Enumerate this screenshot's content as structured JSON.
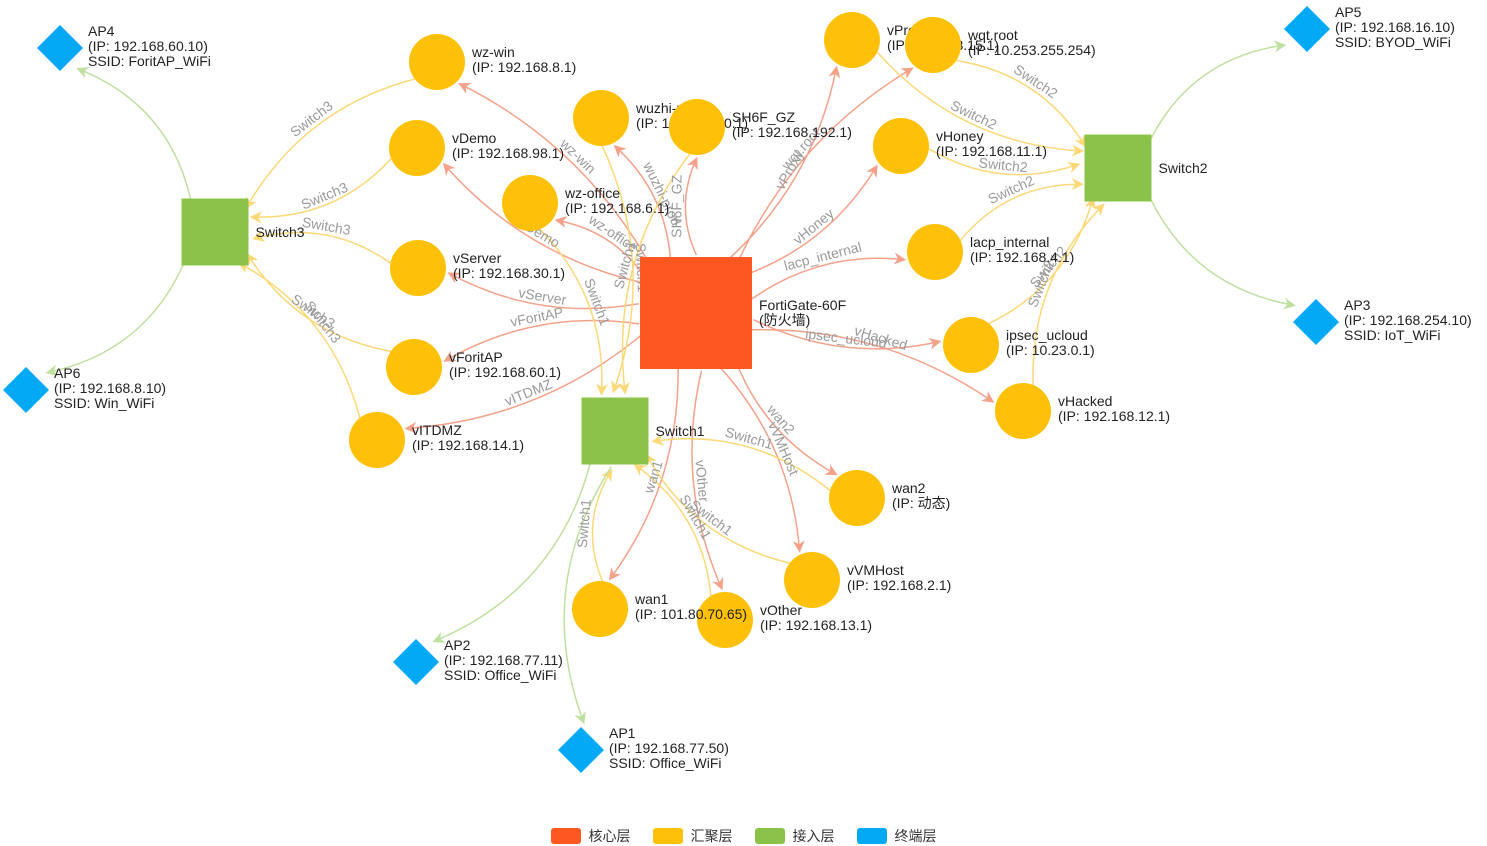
{
  "categories": [
    {
      "id": "core",
      "label": "核心层",
      "color": "#ff5722"
    },
    {
      "id": "agg",
      "label": "汇聚层",
      "color": "#ffc107"
    },
    {
      "id": "access",
      "label": "接入层",
      "color": "#8bc34a"
    },
    {
      "id": "terminal",
      "label": "终端层",
      "color": "#03a9f4"
    }
  ],
  "edge_colors": {
    "core": "#f4a18a",
    "agg": "#fdd877",
    "access": "#bfe0a0"
  },
  "nodes": [
    {
      "id": "fortigate",
      "cat": "core",
      "lines": [
        "FortiGate-60F",
        "(防火墙)"
      ]
    },
    {
      "id": "switch1",
      "cat": "access",
      "lines": [
        "Switch1"
      ]
    },
    {
      "id": "switch2",
      "cat": "access",
      "lines": [
        "Switch2"
      ]
    },
    {
      "id": "switch3",
      "cat": "access",
      "lines": [
        "Switch3"
      ]
    },
    {
      "id": "wz-win",
      "cat": "agg",
      "lines": [
        "wz-win",
        "(IP: 192.168.8.1)"
      ]
    },
    {
      "id": "vdemo",
      "cat": "agg",
      "lines": [
        "vDemo",
        "(IP: 192.168.98.1)"
      ]
    },
    {
      "id": "wuzhi-prod",
      "cat": "agg",
      "lines": [
        "wuzhi-prod",
        "(IP: 192.168.10.1)"
      ]
    },
    {
      "id": "sh6f-gz",
      "cat": "agg",
      "lines": [
        "SH6F_GZ",
        "(IP: 192.168.192.1)"
      ]
    },
    {
      "id": "wz-office",
      "cat": "agg",
      "lines": [
        "wz-office",
        "(IP: 192.168.6.1)"
      ]
    },
    {
      "id": "vserver",
      "cat": "agg",
      "lines": [
        "vServer",
        "(IP: 192.168.30.1)"
      ]
    },
    {
      "id": "vforitap",
      "cat": "agg",
      "lines": [
        "vForitAP",
        "(IP: 192.168.60.1)"
      ]
    },
    {
      "id": "vitdmz",
      "cat": "agg",
      "lines": [
        "vITDMZ",
        "(IP: 192.168.14.1)"
      ]
    },
    {
      "id": "vproxy",
      "cat": "agg",
      "lines": [
        "vProxy",
        "(IP: 192.168.15.1)"
      ]
    },
    {
      "id": "wqt-root",
      "cat": "agg",
      "lines": [
        "wqt.root",
        "(IP: 10.253.255.254)"
      ]
    },
    {
      "id": "vhoney",
      "cat": "agg",
      "lines": [
        "vHoney",
        "(IP: 192.168.11.1)"
      ]
    },
    {
      "id": "lacp-internal",
      "cat": "agg",
      "lines": [
        "lacp_internal",
        "(IP: 192.168.4.1)"
      ]
    },
    {
      "id": "ipsec-ucloud",
      "cat": "agg",
      "lines": [
        "ipsec_ucloud",
        "(IP: 10.23.0.1)"
      ]
    },
    {
      "id": "vhacked",
      "cat": "agg",
      "lines": [
        "vHacked",
        "(IP: 192.168.12.1)"
      ]
    },
    {
      "id": "wan2",
      "cat": "agg",
      "lines": [
        "wan2",
        "(IP: 动态)"
      ]
    },
    {
      "id": "vvmhost",
      "cat": "agg",
      "lines": [
        "vVMHost",
        "(IP: 192.168.2.1)"
      ]
    },
    {
      "id": "vother",
      "cat": "agg",
      "lines": [
        "vOther",
        "(IP: 192.168.13.1)"
      ]
    },
    {
      "id": "wan1",
      "cat": "agg",
      "lines": [
        "wan1",
        "(IP: 101.80.70.65)"
      ]
    },
    {
      "id": "ap1",
      "cat": "terminal",
      "lines": [
        "AP1",
        "(IP: 192.168.77.50)",
        "SSID: Office_WiFi"
      ]
    },
    {
      "id": "ap2",
      "cat": "terminal",
      "lines": [
        "AP2",
        "(IP: 192.168.77.11)",
        "SSID: Office_WiFi"
      ]
    },
    {
      "id": "ap3",
      "cat": "terminal",
      "lines": [
        "AP3",
        "(IP: 192.168.254.10)",
        "SSID: IoT_WiFi"
      ]
    },
    {
      "id": "ap4",
      "cat": "terminal",
      "lines": [
        "AP4",
        "(IP: 192.168.60.10)",
        "SSID: ForitAP_WiFi"
      ]
    },
    {
      "id": "ap5",
      "cat": "terminal",
      "lines": [
        "AP5",
        "(IP: 192.168.16.10)",
        "SSID: BYOD_WiFi"
      ]
    },
    {
      "id": "ap6",
      "cat": "terminal",
      "lines": [
        "AP6",
        "(IP: 192.168.8.10)",
        "SSID: Win_WiFi"
      ]
    }
  ],
  "edges": [
    {
      "from": "fortigate",
      "to": "wz-win",
      "label": "wz-win",
      "kind": "core"
    },
    {
      "from": "fortigate",
      "to": "vdemo",
      "label": "vDemo",
      "kind": "core"
    },
    {
      "from": "fortigate",
      "to": "wuzhi-prod",
      "label": "wuzhi-prod",
      "kind": "core"
    },
    {
      "from": "fortigate",
      "to": "sh6f-gz",
      "label": "SH6F_GZ",
      "kind": "core"
    },
    {
      "from": "fortigate",
      "to": "wz-office",
      "label": "wz-office",
      "kind": "core"
    },
    {
      "from": "fortigate",
      "to": "vserver",
      "label": "vServer",
      "kind": "core"
    },
    {
      "from": "fortigate",
      "to": "vforitap",
      "label": "vForitAP",
      "kind": "core"
    },
    {
      "from": "fortigate",
      "to": "vitdmz",
      "label": "vITDMZ",
      "kind": "core"
    },
    {
      "from": "fortigate",
      "to": "vproxy",
      "label": "vProxy",
      "kind": "core"
    },
    {
      "from": "fortigate",
      "to": "wqt-root",
      "label": "wqt.root",
      "kind": "core"
    },
    {
      "from": "fortigate",
      "to": "vhoney",
      "label": "vHoney",
      "kind": "core"
    },
    {
      "from": "fortigate",
      "to": "lacp-internal",
      "label": "lacp_internal",
      "kind": "core"
    },
    {
      "from": "fortigate",
      "to": "ipsec-ucloud",
      "label": "ipsec_ucloud",
      "kind": "core"
    },
    {
      "from": "fortigate",
      "to": "vhacked",
      "label": "vHacked",
      "kind": "core"
    },
    {
      "from": "fortigate",
      "to": "wan2",
      "label": "wan2",
      "kind": "core"
    },
    {
      "from": "fortigate",
      "to": "vvmhost",
      "label": "vVMHost",
      "kind": "core"
    },
    {
      "from": "fortigate",
      "to": "vother",
      "label": "vOther",
      "kind": "core"
    },
    {
      "from": "fortigate",
      "to": "wan1",
      "label": "wan1",
      "kind": "core"
    },
    {
      "from": "wz-win",
      "to": "switch3",
      "label": "Switch3",
      "kind": "agg"
    },
    {
      "from": "vdemo",
      "to": "switch3",
      "label": "Switch3",
      "kind": "agg"
    },
    {
      "from": "vserver",
      "to": "switch3",
      "label": "Switch3",
      "kind": "agg"
    },
    {
      "from": "vforitap",
      "to": "switch3",
      "label": "Switch3",
      "kind": "agg"
    },
    {
      "from": "vitdmz",
      "to": "switch3",
      "label": "Switch3",
      "kind": "agg"
    },
    {
      "from": "wuzhi-prod",
      "to": "switch1",
      "label": "Switch1",
      "kind": "agg"
    },
    {
      "from": "sh6f-gz",
      "to": "switch1",
      "label": "Switch1",
      "kind": "agg"
    },
    {
      "from": "wz-office",
      "to": "switch1",
      "label": "Switch1",
      "kind": "agg"
    },
    {
      "from": "wan2",
      "to": "switch1",
      "label": "Switch1",
      "kind": "agg"
    },
    {
      "from": "vvmhost",
      "to": "switch1",
      "label": "Switch1",
      "kind": "agg"
    },
    {
      "from": "vother",
      "to": "switch1",
      "label": "Switch1",
      "kind": "agg"
    },
    {
      "from": "wan1",
      "to": "switch1",
      "label": "Switch1",
      "kind": "agg"
    },
    {
      "from": "vproxy",
      "to": "switch2",
      "label": "Switch2",
      "kind": "agg"
    },
    {
      "from": "wqt-root",
      "to": "switch2",
      "label": "Switch2",
      "kind": "agg"
    },
    {
      "from": "vhoney",
      "to": "switch2",
      "label": "Switch2",
      "kind": "agg"
    },
    {
      "from": "lacp-internal",
      "to": "switch2",
      "label": "Switch2",
      "kind": "agg"
    },
    {
      "from": "ipsec-ucloud",
      "to": "switch2",
      "label": "Switch2",
      "kind": "agg"
    },
    {
      "from": "vhacked",
      "to": "switch2",
      "label": "Switch2",
      "kind": "agg"
    },
    {
      "from": "switch1",
      "to": "ap1",
      "label": "",
      "kind": "access"
    },
    {
      "from": "switch1",
      "to": "ap2",
      "label": "",
      "kind": "access"
    },
    {
      "from": "switch2",
      "to": "ap3",
      "label": "",
      "kind": "access"
    },
    {
      "from": "switch2",
      "to": "ap5",
      "label": "",
      "kind": "access"
    },
    {
      "from": "switch3",
      "to": "ap4",
      "label": "",
      "kind": "access"
    },
    {
      "from": "switch3",
      "to": "ap6",
      "label": "",
      "kind": "access"
    }
  ]
}
